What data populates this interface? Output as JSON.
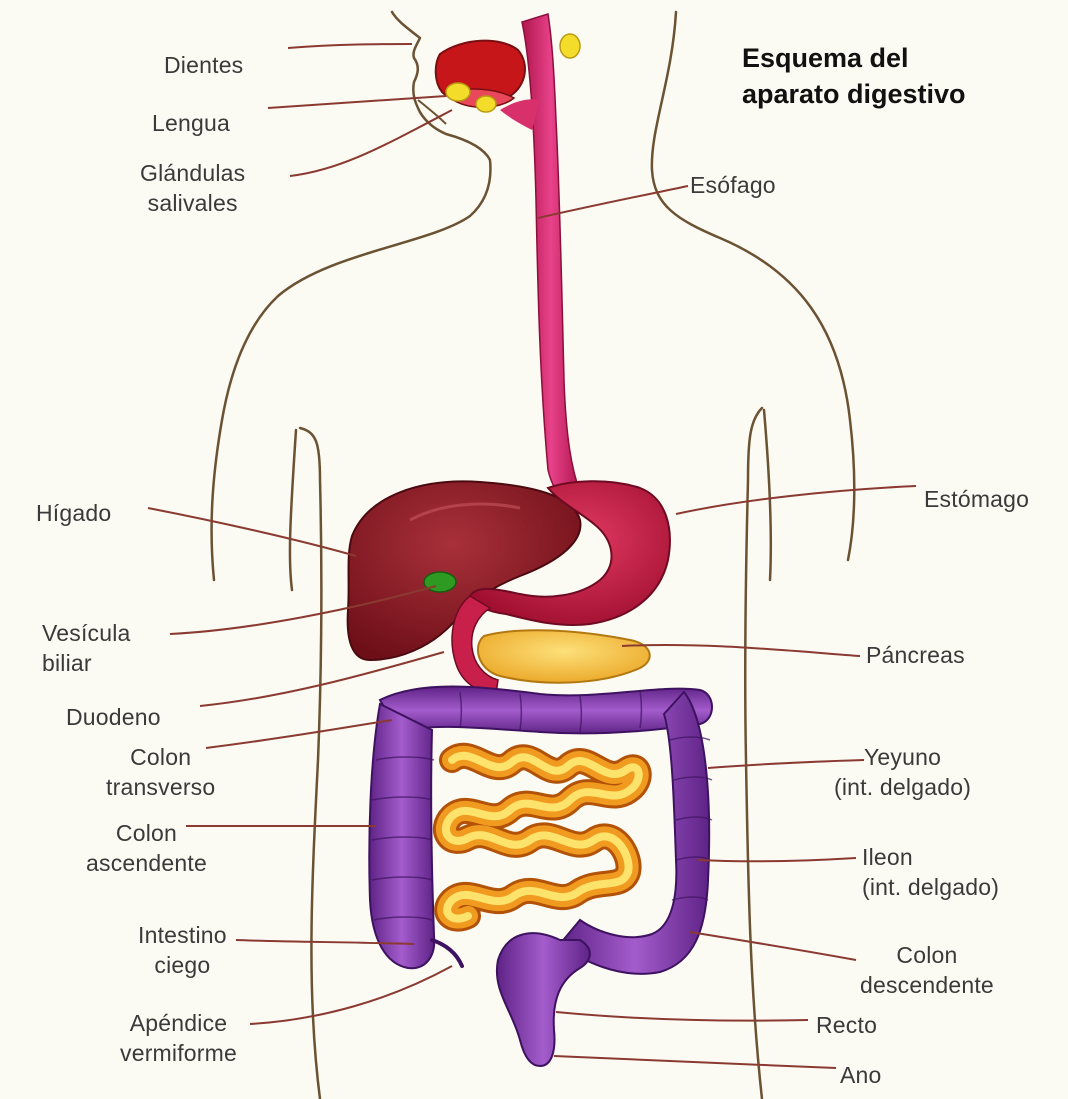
{
  "title": {
    "line1": "Esquema del",
    "line2": "aparato digestivo"
  },
  "labels": {
    "dientes": "Dientes",
    "lengua": "Lengua",
    "glandulas_1": "Glándulas",
    "glandulas_2": "salivales",
    "esofago": "Esófago",
    "higado": "Hígado",
    "estomago": "Estómago",
    "vesicula_1": "Vesícula",
    "vesicula_2": "biliar",
    "pancreas": "Páncreas",
    "duodeno": "Duodeno",
    "colon_transverso_1": "Colon",
    "colon_transverso_2": "transverso",
    "yeyuno_1": "Yeyuno",
    "yeyuno_2": "(int. delgado)",
    "colon_ascendente_1": "Colon",
    "colon_ascendente_2": "ascendente",
    "ileon_1": "Ileon",
    "ileon_2": "(int. delgado)",
    "intestino_ciego_1": "Intestino",
    "intestino_ciego_2": "ciego",
    "colon_descendente_1": "Colon",
    "colon_descendente_2": "descendente",
    "apendice_1": "Apéndice",
    "apendice_2": "vermiforme",
    "recto": "Recto",
    "ano": "Ano"
  },
  "colors": {
    "outline": "#6b5233",
    "esophagus": "#d8306a",
    "liver": "#8a1a22",
    "stomach": "#c4173f",
    "gallbladder": "#2f9a22",
    "pancreas": "#f2b52c",
    "colon": "#8a3fb1",
    "small_intestine": "#f09a1f",
    "leader": "#8a3a30"
  }
}
